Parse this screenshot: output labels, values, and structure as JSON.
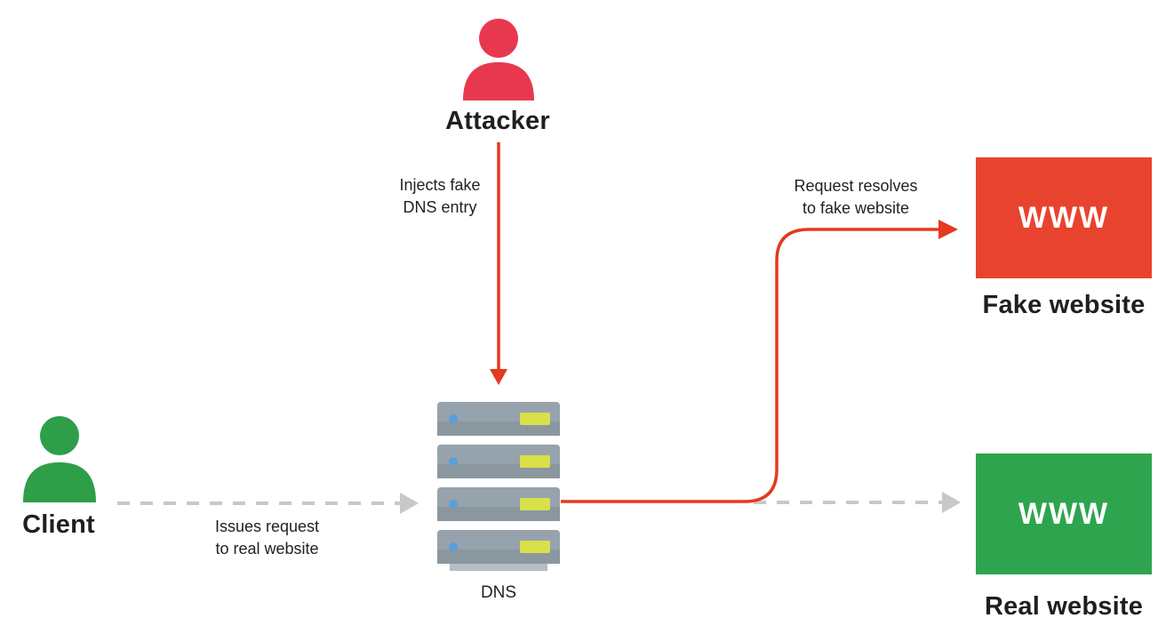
{
  "colors": {
    "attacker": "#e8384f",
    "client": "#2e9e49",
    "fake_site": "#e8432f",
    "real_site": "#2ea44f",
    "attack_line": "#e43a1e",
    "dashed_line": "#c8c8c8",
    "server_body": "#97a3ac",
    "server_led": "#d8e04a",
    "server_dot": "#5aa0d8"
  },
  "actors": {
    "attacker": {
      "label": "Attacker",
      "icon": "person-icon"
    },
    "client": {
      "label": "Client",
      "icon": "person-icon"
    },
    "dns": {
      "label": "DNS",
      "icon": "server-stack-icon"
    }
  },
  "edges": {
    "inject": {
      "line1": "Injects fake",
      "line2": "DNS entry"
    },
    "request": {
      "line1": "Issues request",
      "line2": "to real website"
    },
    "resolve": {
      "line1": "Request resolves",
      "line2": "to fake website"
    }
  },
  "sites": {
    "fake": {
      "box_text": "WWW",
      "label": "Fake website"
    },
    "real": {
      "box_text": "WWW",
      "label": "Real website"
    }
  }
}
